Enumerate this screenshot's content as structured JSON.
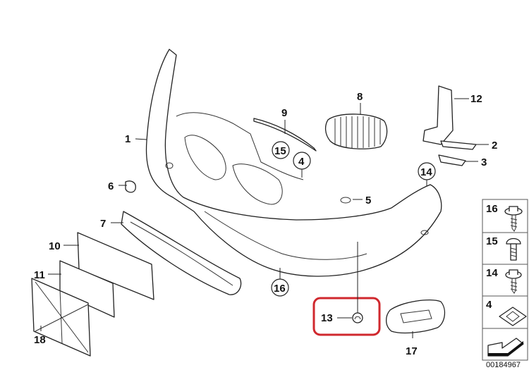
{
  "diagram": {
    "callouts": {
      "c1": "1",
      "c2": "2",
      "c3": "3",
      "c4": "4",
      "c5": "5",
      "c6": "6",
      "c7": "7",
      "c8": "8",
      "c9": "9",
      "c10": "10",
      "c11": "11",
      "c12": "12",
      "c13": "13",
      "c14": "14",
      "c15": "15",
      "c16": "16",
      "c17": "17",
      "c18": "18"
    },
    "highlight_color": "#d0282e",
    "legend": {
      "items": [
        {
          "label": "16",
          "icon": "screw-washer-icon"
        },
        {
          "label": "15",
          "icon": "bolt-icon"
        },
        {
          "label": "14",
          "icon": "screw-icon"
        },
        {
          "label": "4",
          "icon": "square-nut-icon"
        }
      ],
      "arrow_icon": "direction-arrow-icon"
    },
    "part_number": "00184967"
  }
}
